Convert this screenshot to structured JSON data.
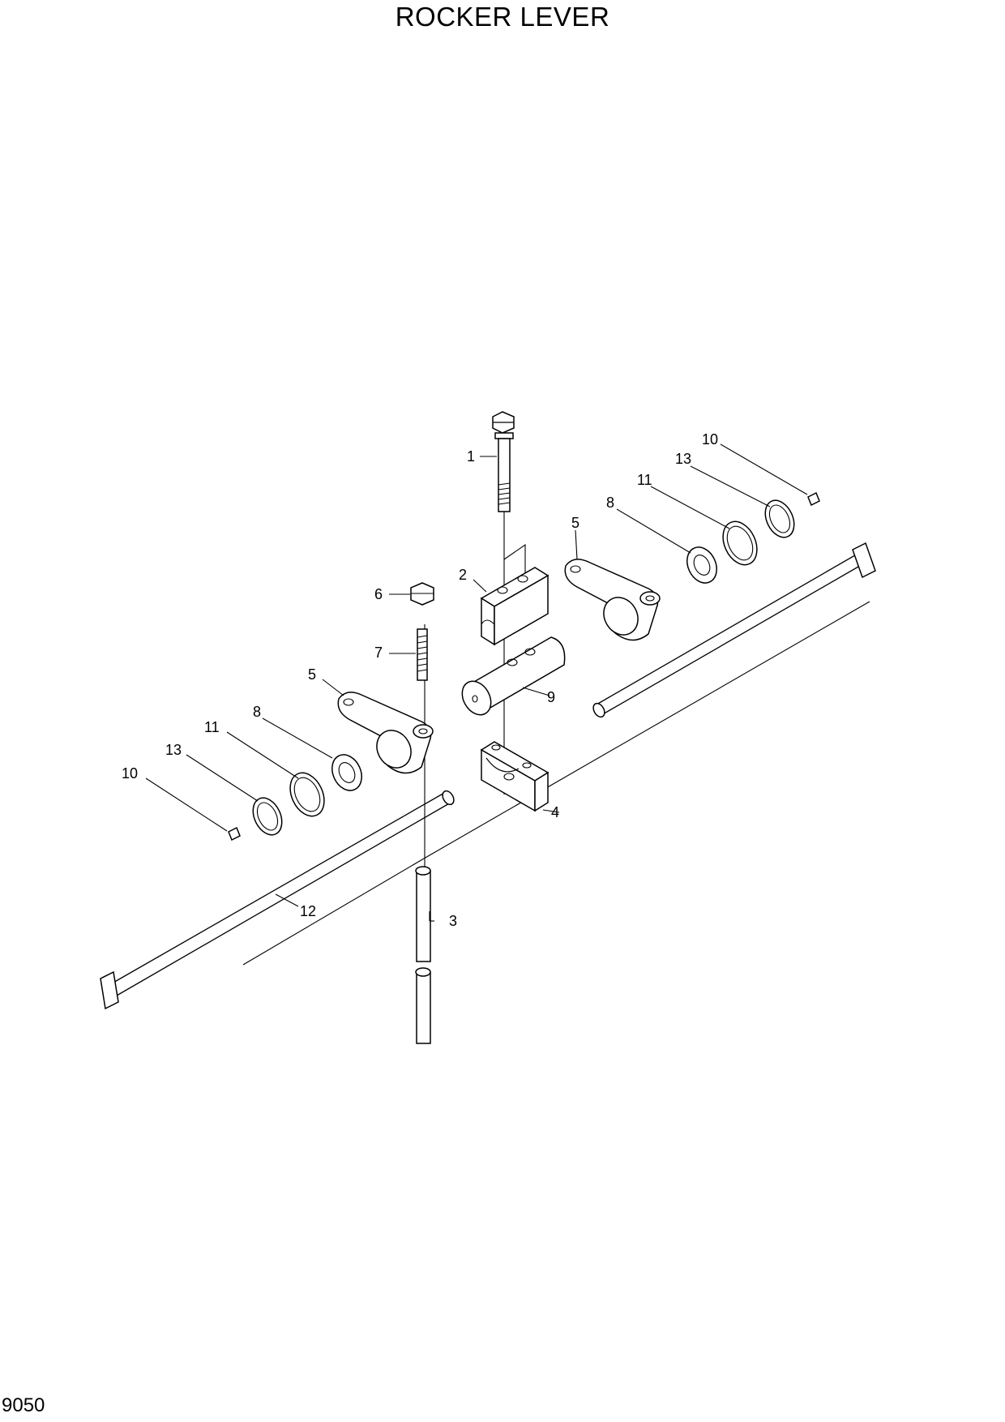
{
  "title": "ROCKER LEVER",
  "page_number": "9050",
  "callouts": [
    {
      "id": "c1",
      "label": "1"
    },
    {
      "id": "c2",
      "label": "2"
    },
    {
      "id": "c3",
      "label": "3"
    },
    {
      "id": "c4",
      "label": "4"
    },
    {
      "id": "c5a",
      "label": "5"
    },
    {
      "id": "c5b",
      "label": "5"
    },
    {
      "id": "c6",
      "label": "6"
    },
    {
      "id": "c7",
      "label": "7"
    },
    {
      "id": "c8a",
      "label": "8"
    },
    {
      "id": "c8b",
      "label": "8"
    },
    {
      "id": "c9",
      "label": "9"
    },
    {
      "id": "c10a",
      "label": "10"
    },
    {
      "id": "c10b",
      "label": "10"
    },
    {
      "id": "c11a",
      "label": "11"
    },
    {
      "id": "c11b",
      "label": "11"
    },
    {
      "id": "c12",
      "label": "12"
    },
    {
      "id": "c13a",
      "label": "13"
    },
    {
      "id": "c13b",
      "label": "13"
    }
  ]
}
